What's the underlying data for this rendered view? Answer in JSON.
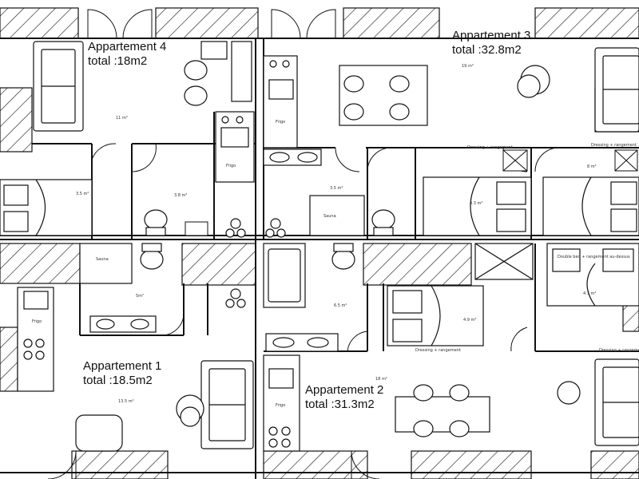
{
  "apartments": [
    {
      "name": "Appartement 4",
      "total": "total :18m2"
    },
    {
      "name": "Appartement 3",
      "total": "total :32.8m2"
    },
    {
      "name": "Appartement 1",
      "total": "total :18.5m2"
    },
    {
      "name": "Appartement 2",
      "total": "total :31.3m2"
    }
  ],
  "room_areas": [
    "11 m²",
    "3.5 m²",
    "3.8 m²",
    "3.5 m²",
    "19 m²",
    "4.3 m²",
    "8 m²",
    "5m²",
    "13.5 m²",
    "6.5 m²",
    "4.9 m²",
    "4.7 m²",
    "18 m²"
  ],
  "fixtures": {
    "sauna": "Sauna",
    "fridge": "Frigo",
    "wardrobe": "Dressing + rangement",
    "bed_note": "Double bed + rangement au-dessus"
  }
}
